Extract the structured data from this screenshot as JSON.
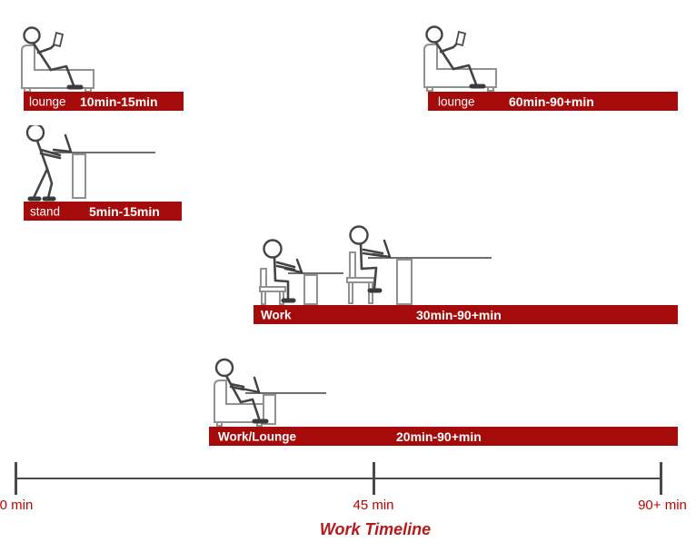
{
  "page_title": "Work Timeline",
  "colors": {
    "bar_red": "#A60B0B",
    "axis_label_red": "#C00000",
    "title_red": "#B51A1A",
    "figure_dark": "#444444",
    "furniture_grey": "#919191",
    "axis_grey": "#4A4A4A",
    "bar_text": "#FFFFFF"
  },
  "rows": [
    {
      "label": "lounge",
      "range": "10min-15min",
      "figures": [
        "person-reading-in-armchair"
      ]
    },
    {
      "label": "lounge",
      "range": "60min-90+min",
      "figures": [
        "person-reading-in-armchair"
      ]
    },
    {
      "label": "stand",
      "range": "5min-15min",
      "figures": [
        "person-standing-at-standing-desk-with-laptop"
      ]
    },
    {
      "label": "Work",
      "range": "30min-90+min",
      "figures": [
        "person-seated-at-desk-with-laptop",
        "person-on-high-chair-at-standing-desk-with-laptop"
      ]
    },
    {
      "label": "Work/Lounge",
      "range": "20min-90+min",
      "figures": [
        "person-in-armchair-at-desk-with-laptop"
      ]
    }
  ],
  "timeline": {
    "title": "Work Timeline",
    "tick_labels": [
      "0 min",
      "45 min",
      "90+ min"
    ]
  }
}
